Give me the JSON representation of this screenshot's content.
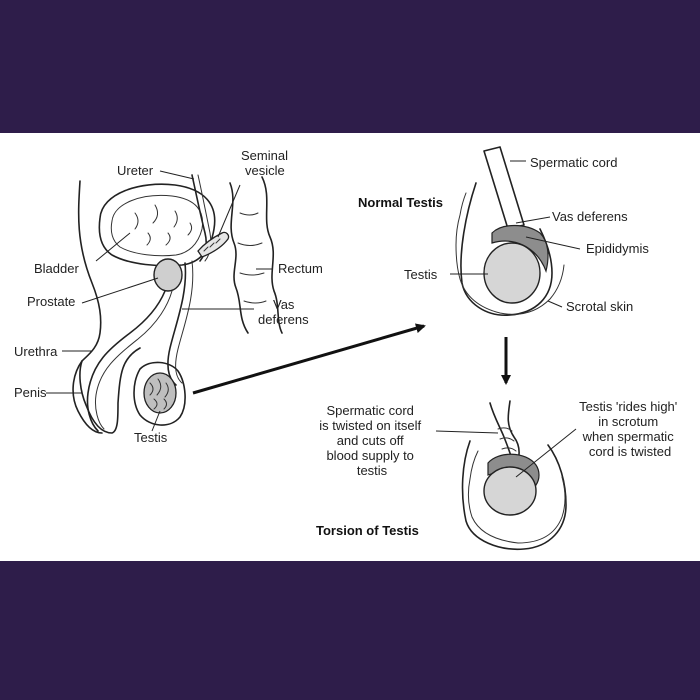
{
  "anatomy": {
    "labels": {
      "ureter": "Ureter",
      "seminal_vesicle_line1": "Seminal",
      "seminal_vesicle_line2": "vesicle",
      "bladder": "Bladder",
      "prostate": "Prostate",
      "rectum": "Rectum",
      "vas_deferens_line1": "Vas",
      "vas_deferens_line2": "deferens",
      "urethra": "Urethra",
      "penis": "Penis",
      "testis": "Testis"
    }
  },
  "normal_testis": {
    "title": "Normal Testis",
    "labels": {
      "spermatic_cord": "Spermatic cord",
      "vas_deferens": "Vas deferens",
      "epididymis": "Epididymis",
      "testis": "Testis",
      "scrotal_skin": "Scrotal skin"
    }
  },
  "torsion": {
    "title": "Torsion of Testis",
    "left_note": [
      "Spermatic cord",
      "is twisted on itself",
      "and cuts off",
      "blood supply to",
      "testis"
    ],
    "right_note": [
      "Testis 'rides high'",
      "in scrotum",
      "when spermatic",
      "cord is twisted"
    ]
  },
  "colors": {
    "frame": "#2e1d4a",
    "panel": "#ffffff",
    "organ_fill": "#d9d9d9",
    "ink": "#222222"
  }
}
